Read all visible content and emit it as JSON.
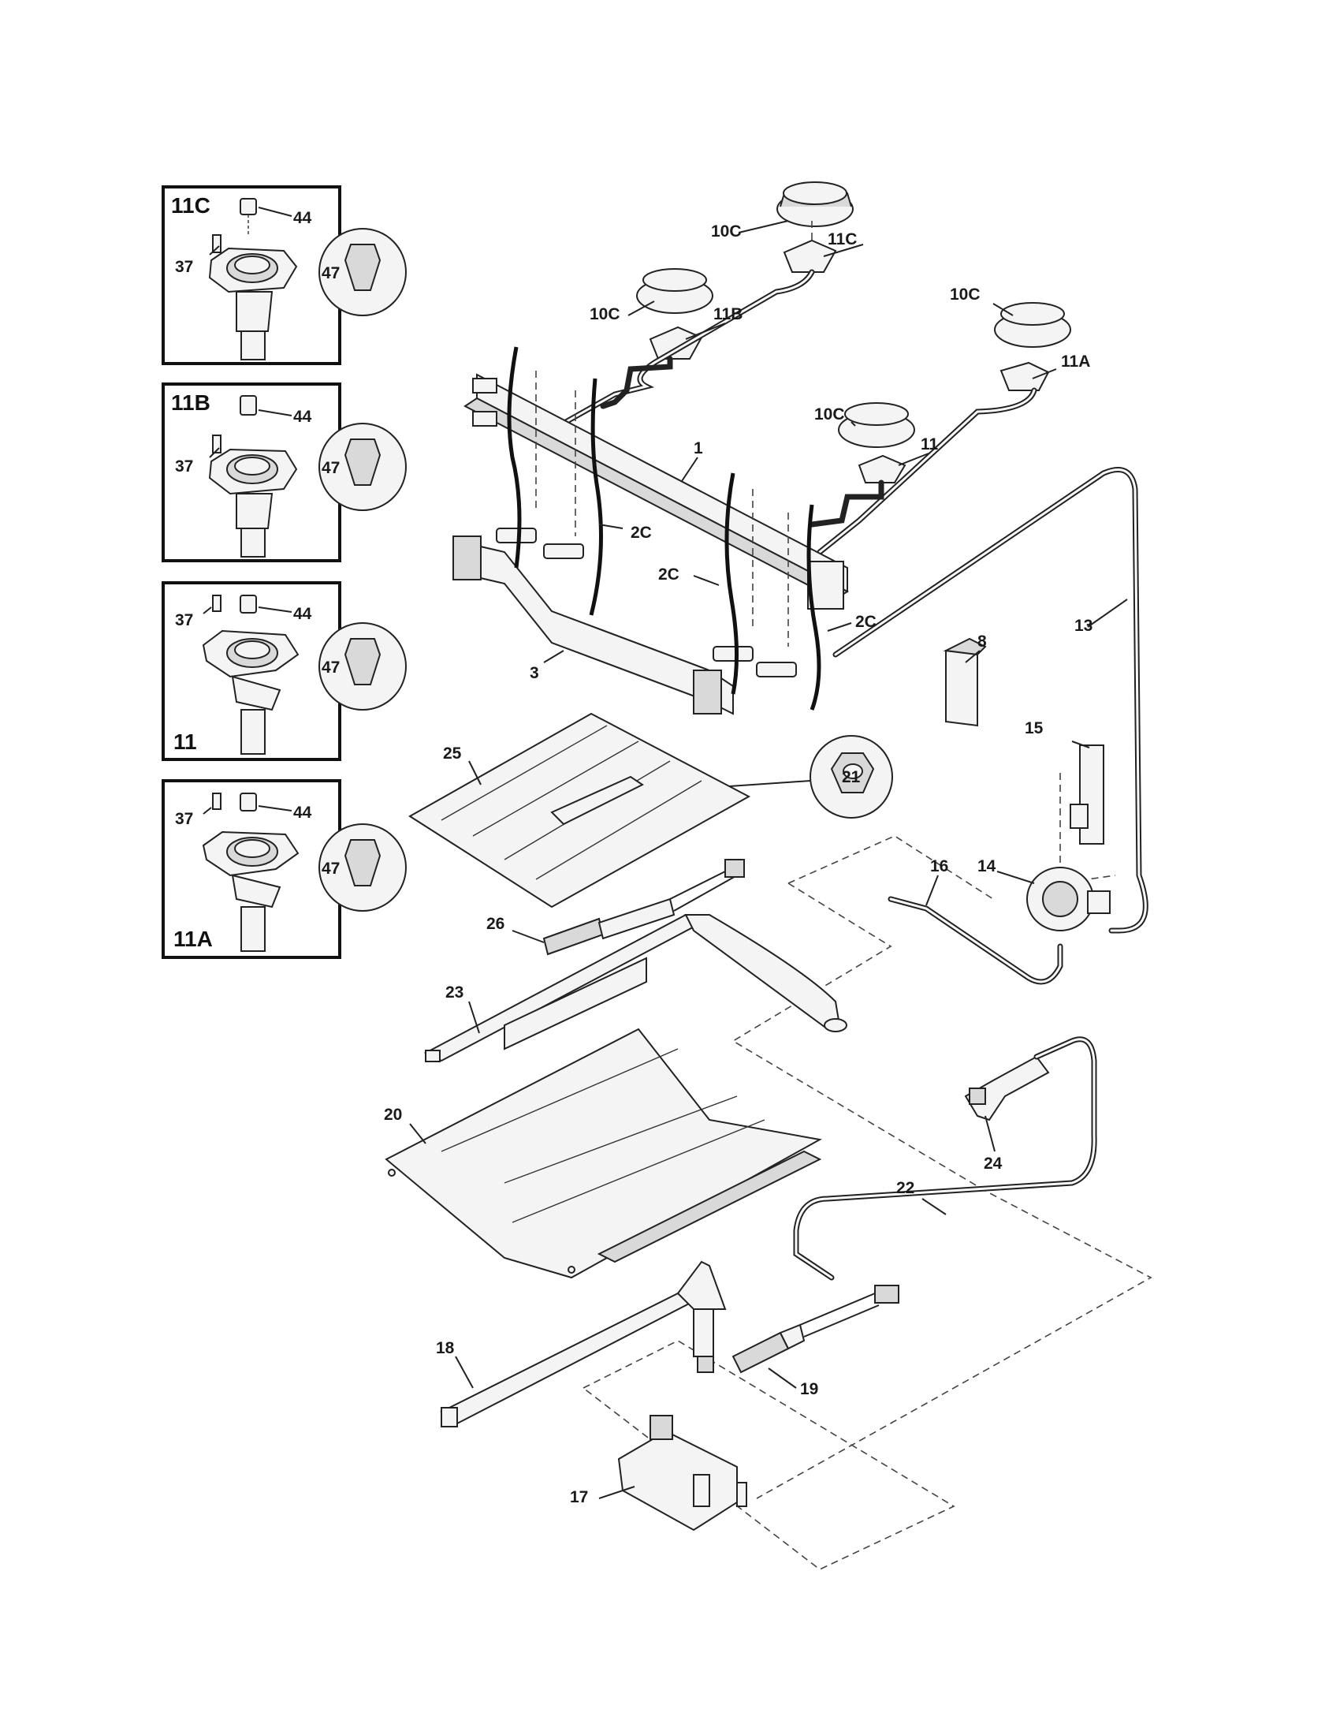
{
  "insets": [
    {
      "id": "11C",
      "labels": [
        "44",
        "37",
        "47"
      ]
    },
    {
      "id": "11B",
      "labels": [
        "44",
        "37",
        "47"
      ]
    },
    {
      "id": "11",
      "labels": [
        "37",
        "44",
        "47"
      ]
    },
    {
      "id": "11A",
      "labels": [
        "37",
        "44",
        "47"
      ]
    }
  ],
  "callouts": {
    "c1": "1",
    "c2c_a": "2C",
    "c2c_b": "2C",
    "c2c_c": "2C",
    "c3": "3",
    "c8": "8",
    "c10c_a": "10C",
    "c10c_b": "10C",
    "c10c_c": "10C",
    "c10c_d": "10C",
    "c11": "11",
    "c11a": "11A",
    "c11b": "11B",
    "c11c": "11C",
    "c13": "13",
    "c14": "14",
    "c15": "15",
    "c16": "16",
    "c17": "17",
    "c18": "18",
    "c19": "19",
    "c20": "20",
    "c21": "21",
    "c22": "22",
    "c23": "23",
    "c24": "24",
    "c25": "25",
    "c26": "26"
  }
}
